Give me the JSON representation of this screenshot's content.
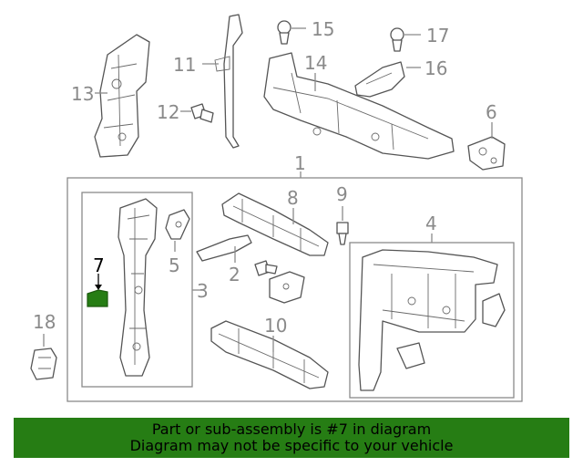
{
  "diagram": {
    "callouts": [
      "1",
      "2",
      "3",
      "4",
      "5",
      "6",
      "7",
      "8",
      "9",
      "10",
      "11",
      "12",
      "13",
      "14",
      "15",
      "16",
      "17",
      "18"
    ],
    "highlighted_part": "7",
    "highlight_color": "#267d14",
    "callout_color": "#8a8a8a",
    "line_color": "#555555"
  },
  "banner": {
    "line1": "Part or sub-assembly is #7 in diagram",
    "line2": "Diagram may not be specific to your vehicle",
    "background": "#267d14"
  }
}
